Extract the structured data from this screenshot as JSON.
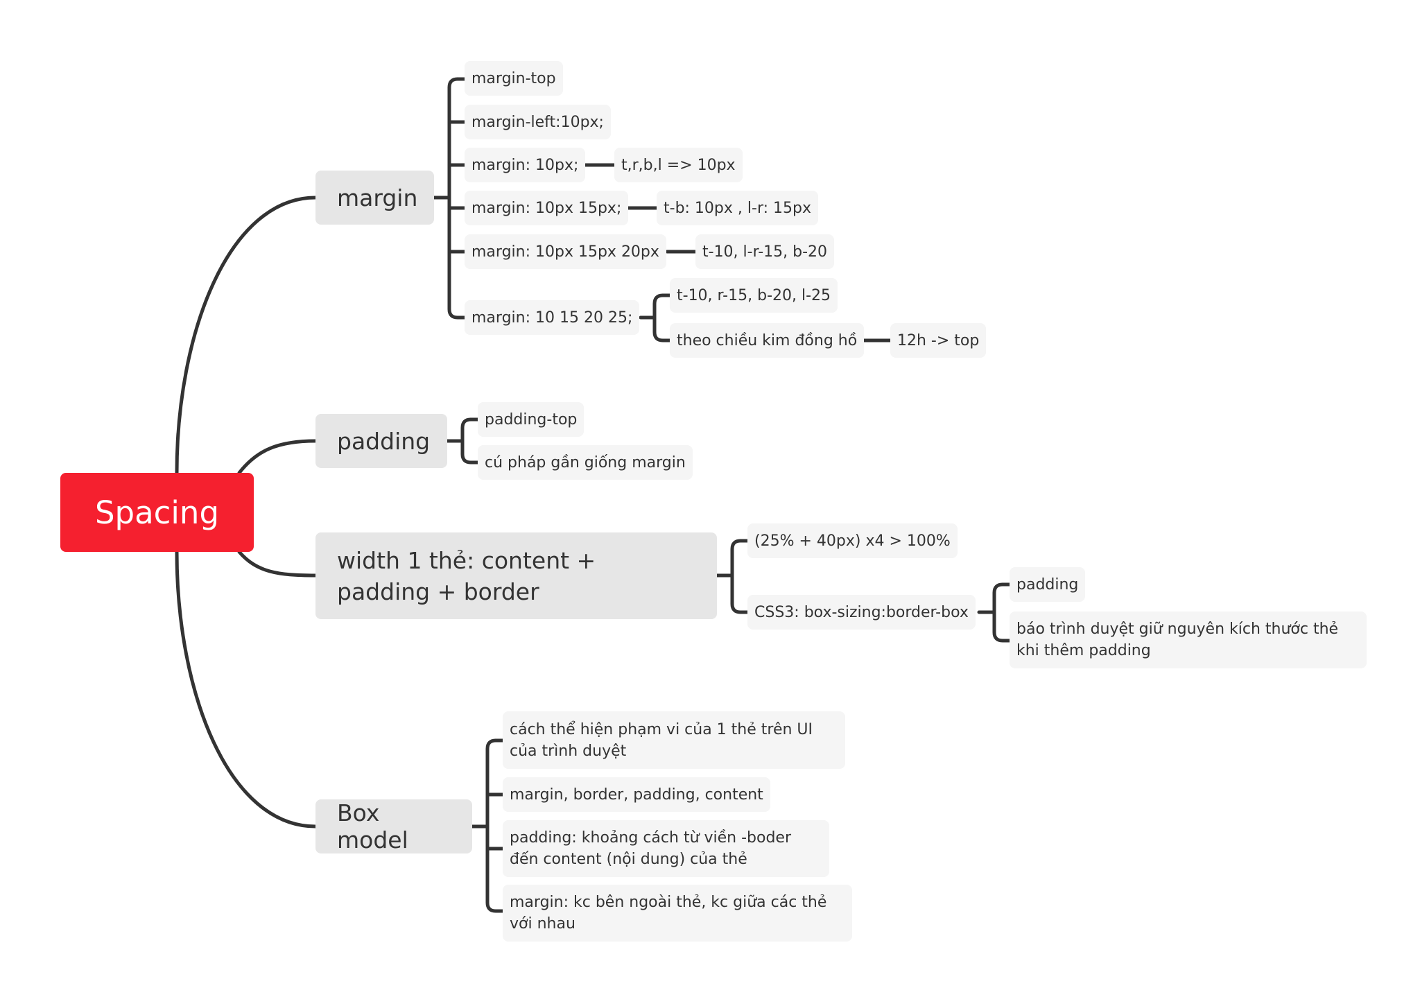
{
  "root": "Spacing",
  "branches": {
    "margin": {
      "label": "margin",
      "items": [
        "margin-top",
        "margin-left:10px;",
        "margin: 10px;",
        "margin: 10px 15px;",
        "margin: 10px 15px 20px",
        "margin: 10 15 20 25;"
      ],
      "explain": [
        "t,r,b,l => 10px",
        "t-b: 10px , l-r: 15px",
        "t-10, l-r-15, b-20",
        "t-10, r-15, b-20, l-25",
        "theo chiều kim đồng hồ",
        "12h -> top"
      ]
    },
    "padding": {
      "label": "padding",
      "items": [
        "padding-top",
        "cú pháp gần giống margin"
      ]
    },
    "width": {
      "label": "width 1 thẻ: content + padding + border",
      "items": [
        "(25% + 40px) x4 > 100%",
        "CSS3: box-sizing:border-box"
      ],
      "sub": [
        "padding",
        "báo trình duyệt giữ nguyên kích thước thẻ khi thêm padding"
      ]
    },
    "box": {
      "label": "Box model",
      "items": [
        "cách thể hiện phạm vi của 1 thẻ trên UI của trình duyệt",
        "margin, border, padding, content",
        "padding: khoảng cách từ viền -boder đến content (nội dung) của thẻ",
        "margin: kc bên ngoài thẻ, kc giữa các thẻ với nhau"
      ]
    }
  }
}
